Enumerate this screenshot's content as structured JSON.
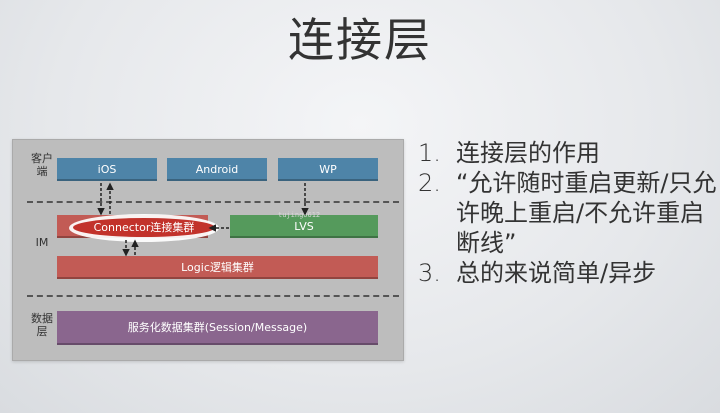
{
  "title": "连接层",
  "diagram": {
    "lanes": {
      "client": "客户端",
      "im": "IM",
      "data": "数据层"
    },
    "clients": [
      "iOS",
      "Android",
      "WP"
    ],
    "connector": "Connector连接集群",
    "lvs": "LVS",
    "logic": "Logic逻辑集群",
    "data_cluster": "服务化数据集群(Session/Message)",
    "watermark": "tujing0612"
  },
  "points": [
    {
      "num": "1.",
      "text": "连接层的作用"
    },
    {
      "num": "2.",
      "text": "“允许随时重启更新/只允许晚上重启/不允许重启断线”"
    },
    {
      "num": "3.",
      "text": "总的来说简单/异步"
    }
  ],
  "colors": {
    "client": "#4e84a8",
    "connector": "#c25b55",
    "connector_highlight": "#c2322b",
    "lvs": "#559a5c",
    "logic": "#c25b55",
    "data": "#8a668e"
  }
}
